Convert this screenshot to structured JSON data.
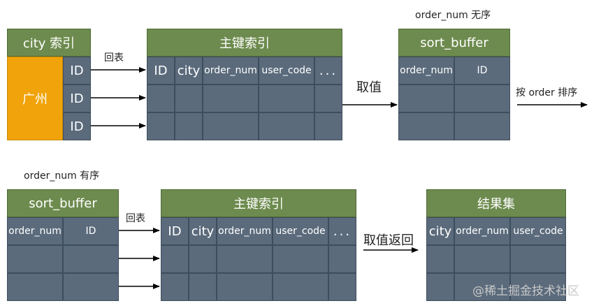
{
  "top": {
    "city_index": {
      "title": "city 索引",
      "value": "广州",
      "ids": [
        "ID",
        "ID",
        "ID"
      ]
    },
    "arrow_label": "回表",
    "pk_index": {
      "title": "主键索引",
      "columns": [
        "ID",
        "city",
        "order_num",
        "user_code",
        "..."
      ]
    },
    "fetch_label": "取值",
    "sort_note": "order_num 无序",
    "sort_buffer": {
      "title": "sort_buffer",
      "columns": [
        "order_num",
        "ID"
      ]
    },
    "sort_label": "按 order 排序"
  },
  "bottom": {
    "sort_note": "order_num 有序",
    "sort_buffer": {
      "title": "sort_buffer",
      "columns": [
        "order_num",
        "ID"
      ]
    },
    "arrow_label": "回表",
    "pk_index": {
      "title": "主键索引",
      "columns": [
        "ID",
        "city",
        "order_num",
        "user_code",
        "..."
      ]
    },
    "return_label": "取值返回",
    "result": {
      "title": "结果集",
      "columns": [
        "city",
        "order_num",
        "user_code"
      ]
    }
  },
  "watermark": "@稀土掘金技术社区"
}
